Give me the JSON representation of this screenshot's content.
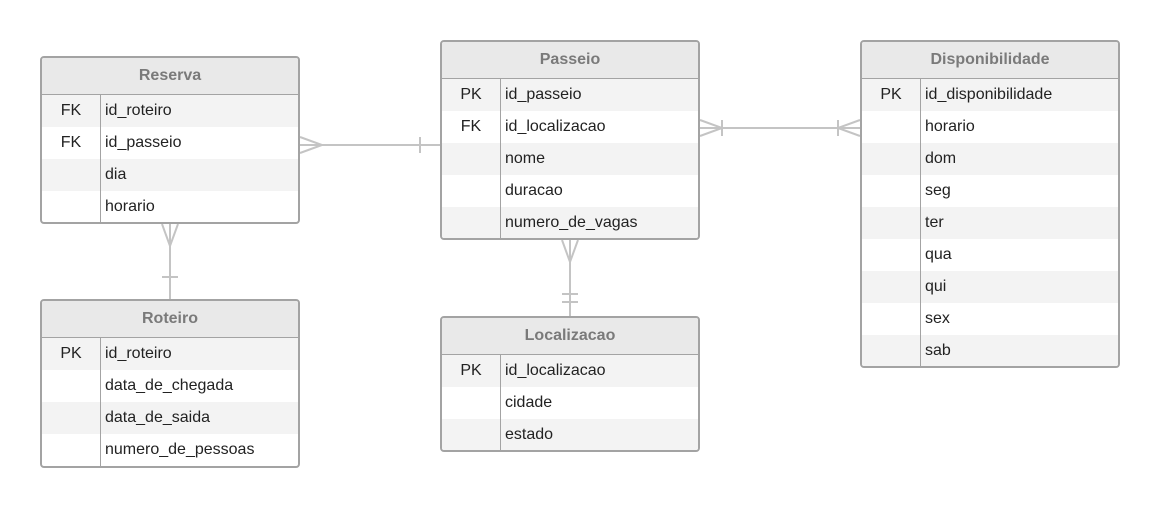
{
  "entities": {
    "reserva": {
      "title": "Reserva",
      "rows": [
        {
          "key": "FK",
          "name": "id_roteiro"
        },
        {
          "key": "FK",
          "name": "id_passeio"
        },
        {
          "key": "",
          "name": "dia"
        },
        {
          "key": "",
          "name": "horario"
        }
      ]
    },
    "passeio": {
      "title": "Passeio",
      "rows": [
        {
          "key": "PK",
          "name": "id_passeio"
        },
        {
          "key": "FK",
          "name": "id_localizacao"
        },
        {
          "key": "",
          "name": "nome"
        },
        {
          "key": "",
          "name": "duracao"
        },
        {
          "key": "",
          "name": "numero_de_vagas"
        }
      ]
    },
    "disponibilidade": {
      "title": "Disponibilidade",
      "rows": [
        {
          "key": "PK",
          "name": "id_disponibilidade"
        },
        {
          "key": "",
          "name": "horario"
        },
        {
          "key": "",
          "name": "dom"
        },
        {
          "key": "",
          "name": "seg"
        },
        {
          "key": "",
          "name": "ter"
        },
        {
          "key": "",
          "name": "qua"
        },
        {
          "key": "",
          "name": "qui"
        },
        {
          "key": "",
          "name": "sex"
        },
        {
          "key": "",
          "name": "sab"
        }
      ]
    },
    "roteiro": {
      "title": "Roteiro",
      "rows": [
        {
          "key": "PK",
          "name": "id_roteiro"
        },
        {
          "key": "",
          "name": "data_de_chegada"
        },
        {
          "key": "",
          "name": "data_de_saida"
        },
        {
          "key": "",
          "name": "numero_de_pessoas"
        }
      ]
    },
    "localizacao": {
      "title": "Localizacao",
      "rows": [
        {
          "key": "PK",
          "name": "id_localizacao"
        },
        {
          "key": "",
          "name": "cidade"
        },
        {
          "key": "",
          "name": "estado"
        }
      ]
    }
  },
  "relationships": [
    {
      "from": "reserva",
      "from_cardinality": "many",
      "to": "passeio",
      "to_cardinality": "one"
    },
    {
      "from": "reserva",
      "from_cardinality": "many",
      "to": "roteiro",
      "to_cardinality": "one"
    },
    {
      "from": "passeio",
      "from_cardinality": "many",
      "to": "localizacao",
      "to_cardinality": "exactly-one"
    },
    {
      "from": "passeio",
      "from_cardinality": "one-or-many",
      "to": "disponibilidade",
      "to_cardinality": "one-or-many"
    }
  ],
  "colors": {
    "border": "#a3a3a3",
    "header_bg": "#e9e9e9",
    "header_text": "#7a7a7a",
    "stripe": "#f3f3f3",
    "connector": "#c4c4c4"
  }
}
